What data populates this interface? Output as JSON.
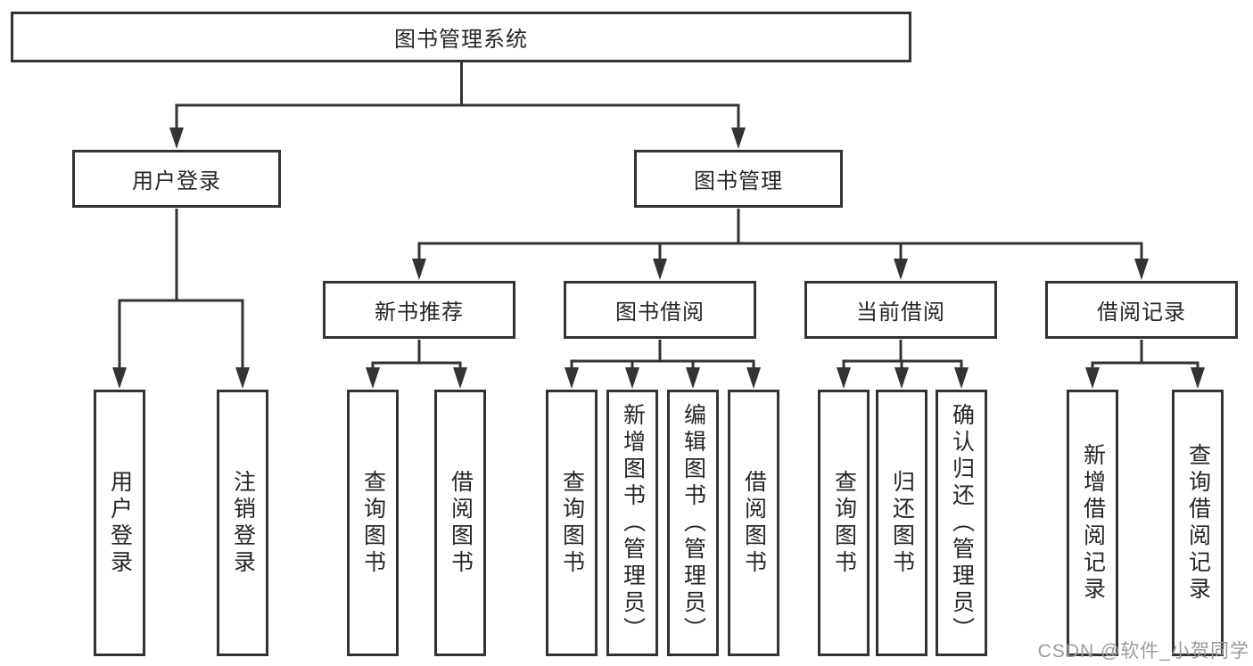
{
  "colors": {
    "line": "#333333",
    "box_border": "#333333",
    "text": "#262626",
    "watermark": "#9b9b9b",
    "background": "#ffffff"
  },
  "watermark": {
    "text": "CSDN @软件_小贺同学"
  },
  "tree": {
    "root": {
      "label": "图书管理系统"
    },
    "children": [
      {
        "label": "用户登录",
        "children": [
          {
            "label": "用户登录"
          },
          {
            "label": "注销登录"
          }
        ]
      },
      {
        "label": "图书管理",
        "children": [
          {
            "label": "新书推荐",
            "children": [
              {
                "label": "查询图书"
              },
              {
                "label": "借阅图书"
              }
            ]
          },
          {
            "label": "图书借阅",
            "children": [
              {
                "label": "查询图书"
              },
              {
                "label": "新增图书（管理员）"
              },
              {
                "label": "编辑图书（管理员）"
              },
              {
                "label": "借阅图书"
              }
            ]
          },
          {
            "label": "当前借阅",
            "children": [
              {
                "label": "查询图书"
              },
              {
                "label": "归还图书"
              },
              {
                "label": "确认归还（管理员）"
              }
            ]
          },
          {
            "label": "借阅记录",
            "children": [
              {
                "label": "新增借阅记录"
              },
              {
                "label": "查询借阅记录"
              }
            ]
          }
        ]
      }
    ]
  }
}
